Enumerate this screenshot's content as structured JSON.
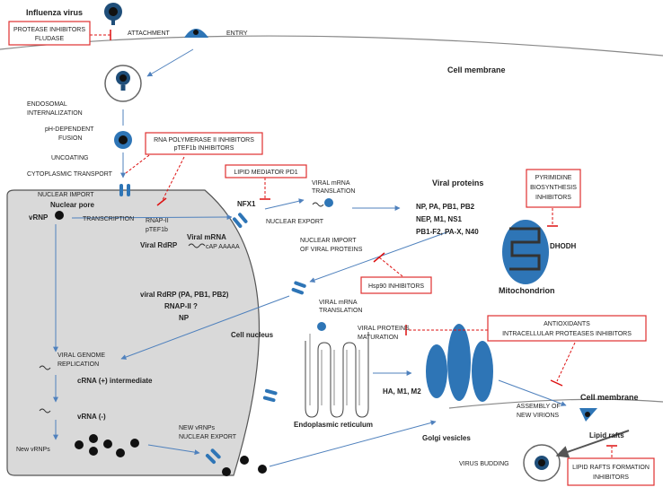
{
  "labels": {
    "influenza_virus": "Influenza virus",
    "attachment": "ATTACHMENT",
    "entry": "ENTRY",
    "cell_membrane_top": "Cell membrane",
    "endosomal_1": "ENDOSOMAL",
    "endosomal_2": "INTERNALIZATION",
    "ph_1": "pH-DEPENDENT",
    "ph_2": "FUSION",
    "uncoating": "UNCOATING",
    "cyto_transport": "CYTOPLASMIC TRANSPORT",
    "nuclear_import": "NUCLEAR IMPORT",
    "nuclear_pore": "Nuclear pore",
    "vrnp": "vRNP",
    "transcription": "TRANSCRIPTION",
    "rnap": "RNAP-II",
    "ptef": "pTEF1b",
    "viral_rdrp": "Viral RdRP",
    "viral_mrna": "Viral mRNA",
    "cap_aaaaa": "cAP AAAAA",
    "nfx1": "NFX1",
    "nuclear_export": "NUCLEAR EXPORT",
    "viral_mrna_translation_1": "VIRAL mRNA",
    "viral_mrna_translation_2": "TRANSLATION",
    "viral_proteins": "Viral proteins",
    "proteins_1": "NP, PA, PB1, PB2",
    "proteins_2": "NEP, M1, NS1",
    "proteins_3": "PB1-F2, PA-X, N40",
    "nuc_import_proteins_1": "NUCLEAR IMPORT",
    "nuc_import_proteins_2": "OF VIRAL PROTEINS",
    "dhodh": "DHODH",
    "mitochondrion": "Mitochondrion",
    "rdrp_list_1": "viral RdRP (PA, PB1, PB2)",
    "rdrp_list_2": "RNAP-II ?",
    "rdrp_list_3": "NP",
    "er_translation_1": "VIRAL mRNA",
    "er_translation_2": "TRANSLATION",
    "maturation_1": "VIRAL PROTEINS",
    "maturation_2": "MATURATION",
    "cell_nucleus": "Cell nucleus",
    "genome_rep_1": "VIRAL GENOME",
    "genome_rep_2": "REPLICATION",
    "crna": "cRNA (+) intermediate",
    "vrna": "vRNA (-)",
    "new_vrnps": "New vRNPs",
    "new_export_1": "NEW vRNPs",
    "new_export_2": "NUCLEAR EXPORT",
    "ha_m1_m2": "HA, M1, M2",
    "er": "Endoplasmic reticulum",
    "golgi": "Golgi vesicles",
    "assembly_1": "ASSEMBLY OF",
    "assembly_2": "NEW VIRIONS",
    "cell_membrane_bottom": "Cell membrane",
    "lipid_rafts": "Lipid rafts",
    "budding": "VIRUS BUDDING"
  },
  "inhibitors": {
    "protease_1": "PROTEASE INHIBITORS",
    "protease_2": "FLUDASE",
    "rnapol_1": "RNA POLYMERASE II  INHIBITORS",
    "rnapol_2": "pTEF1b INHIBITORS",
    "lipid_mediator": "LIPID MEDIATOR PD1",
    "pyrimidine_1": "PYRIMIDINE",
    "pyrimidine_2": "BIOSYNTHESIS",
    "pyrimidine_3": "INHIBITORS",
    "hsp90": "Hsp90 INHIBITORS",
    "antioxidants_1": "ANTIOXIDANTS",
    "antioxidants_2": "INTRACELLULAR PROTEASES INHIBITORS",
    "lipid_rafts_1": "LIPID RAFTS FORMATION",
    "lipid_rafts_2": "INHIBITORS"
  },
  "colors": {
    "arrow": "#4f81bd",
    "inhibition": "#dd1111",
    "nucleus_fill": "#d9d9d9",
    "virion": "#1f4e79"
  }
}
